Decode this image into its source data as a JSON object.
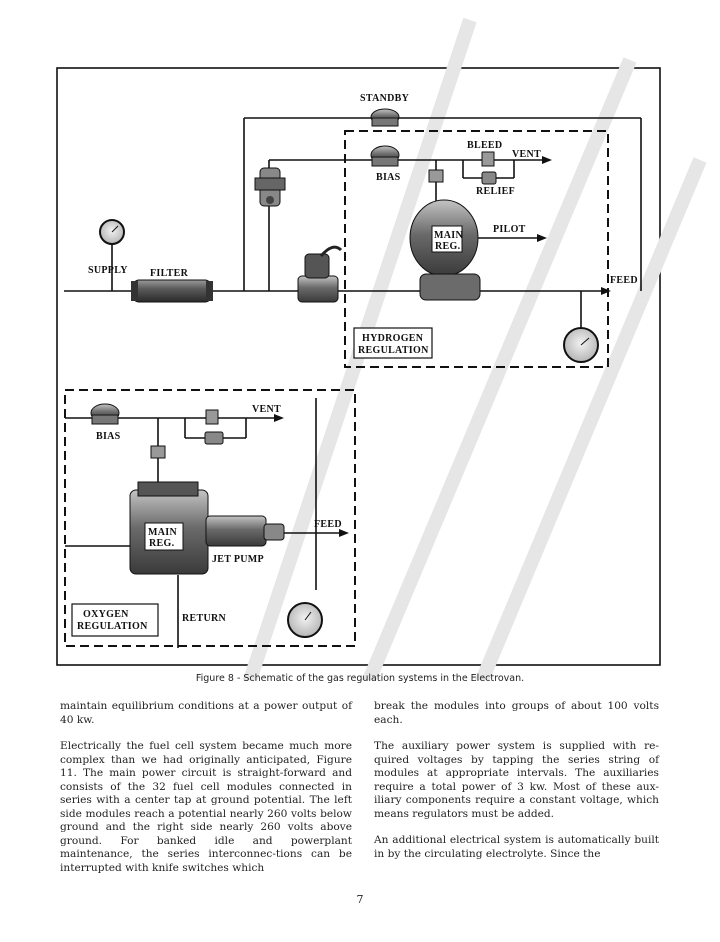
{
  "figure": {
    "caption": "Figure 8 - Schematic of the gas regulation systems in the Electrovan.",
    "labels": {
      "standby": "STANDBY",
      "bleed": "BLEED",
      "vent": "VENT",
      "bias": "BIAS",
      "relief": "RELIEF",
      "main_reg_line1": "MAIN",
      "main_reg_line2": "REG.",
      "pilot": "PILOT",
      "supply": "SUPPLY",
      "filter": "FILTER",
      "feed": "FEED",
      "hydrogen_regulation_line1": "HYDROGEN",
      "hydrogen_regulation_line2": "REGULATION",
      "oxygen_vent": "VENT",
      "oxygen_bias": "BIAS",
      "oxygen_main_reg_line1": "MAIN",
      "oxygen_main_reg_line2": "REG.",
      "jet_pump": "JET PUMP",
      "oxygen_feed": "FEED",
      "oxygen_regulation_line1": "OXYGEN",
      "oxygen_regulation_line2": "REGULATION",
      "return": "RETURN"
    }
  },
  "body_text": {
    "left_column": [
      "maintain equilibrium conditions at a power output of 40 kw.",
      "Electrically the fuel cell system became much more complex than we had originally anticipated, Figure 11. The main power circuit is straight-forward and consists of the 32 fuel cell modules connected in series with a center tap at ground potential. The left side modules reach a potential nearly 260 volts below ground and the right side nearly 260 volts above ground. For banked idle and powerplant maintenance, the series interconnec-tions can be interrupted with knife switches which"
    ],
    "right_column": [
      "break the modules into groups of about 100 volts each.",
      "The auxiliary power system is supplied with re-quired voltages by tapping the series string of modules at appropriate intervals. The auxiliaries require a total power of 3 kw. Most of these aux-iliary components require a constant voltage, which means regulators must be added.",
      "An additional electrical system is automatically built in by the circulating electrolyte. Since the"
    ]
  },
  "page_number": "7"
}
